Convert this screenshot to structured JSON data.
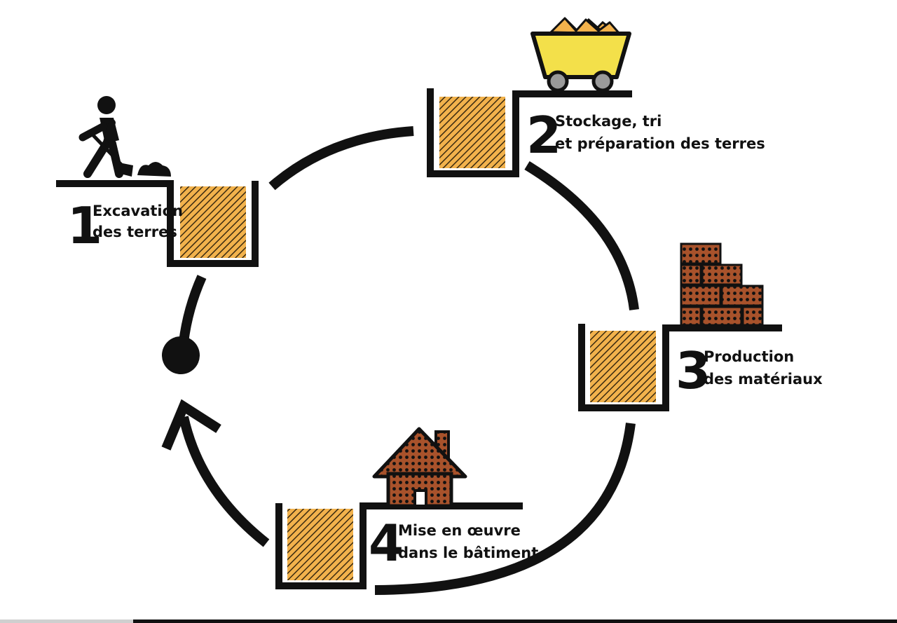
{
  "steps": [
    {
      "number": "1",
      "line1": "Excavation",
      "line2": "des terres"
    },
    {
      "number": "2",
      "line1": "Stockage, tri",
      "line2": "et préparation des terres"
    },
    {
      "number": "3",
      "line1": "Production",
      "line2": "des matériaux"
    },
    {
      "number": "4",
      "line1": "Mise en œuvre",
      "line2": "dans le bâtiment"
    }
  ],
  "colors": {
    "ink": "#111111",
    "earth_fill": "#f2b24c",
    "brick": "#a8522b",
    "cart": "#f3e04a",
    "wheel": "#9a9a9a"
  },
  "icons": [
    "worker-digging-icon",
    "mine-cart-icon",
    "brick-stack-icon",
    "house-icon"
  ]
}
